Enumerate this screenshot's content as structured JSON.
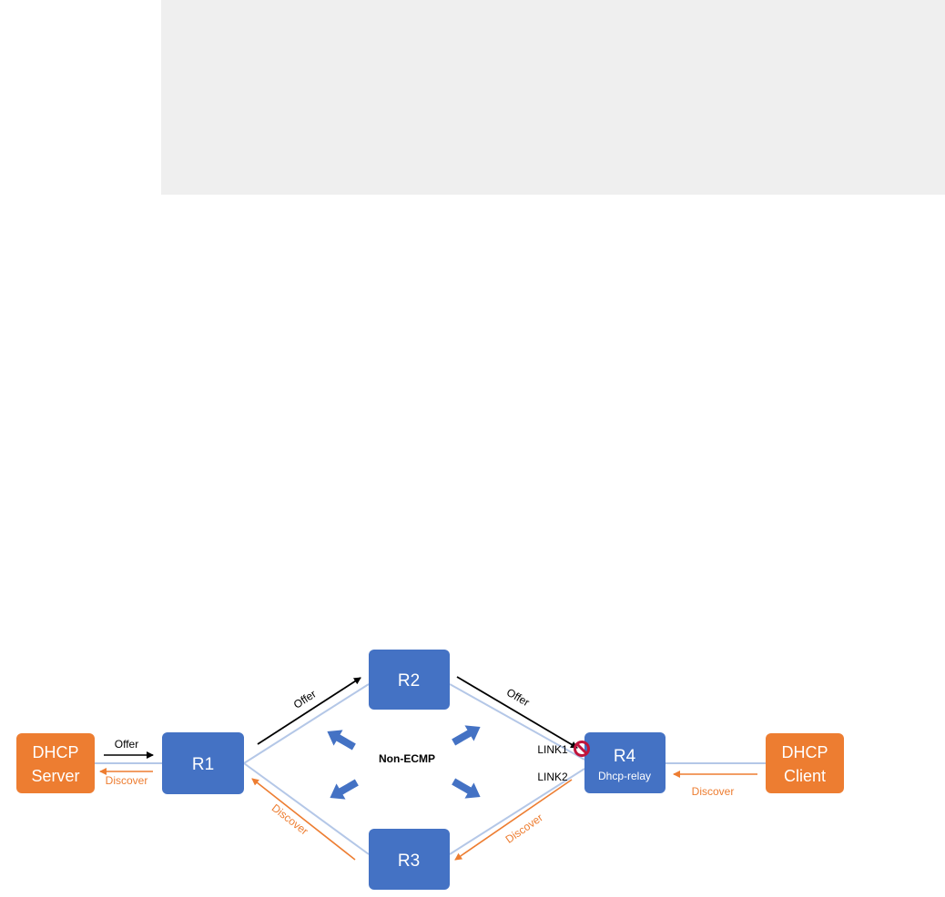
{
  "colors": {
    "router": "#4472c4",
    "endpoint": "#ed7d31",
    "link": "#b4c7e7",
    "discover": "#ed7d31",
    "offer": "#000000",
    "ecmp_arrow": "#4472c4",
    "blocked": "#c0143c",
    "banner": "#efefef"
  },
  "nodes": {
    "dhcp_server": {
      "line1": "DHCP",
      "line2": "Server"
    },
    "dhcp_client": {
      "line1": "DHCP",
      "line2": "Client"
    },
    "r1": {
      "label": "R1"
    },
    "r2": {
      "label": "R2"
    },
    "r3": {
      "label": "R3"
    },
    "r4": {
      "label": "R4",
      "sublabel": "Dhcp-relay"
    }
  },
  "labels": {
    "offer_server_r1": "Offer",
    "discover_r1_server": "Discover",
    "offer_r1_r2": "Offer",
    "offer_r2_r4": "Offer",
    "discover_r3_r1": "Discover",
    "discover_r4_r3": "Discover",
    "discover_client_r4": "Discover",
    "link1": "LINK1",
    "link2": "LINK2",
    "center": "Non-ECMP"
  },
  "icons": {
    "blocked": "no-entry-icon"
  }
}
